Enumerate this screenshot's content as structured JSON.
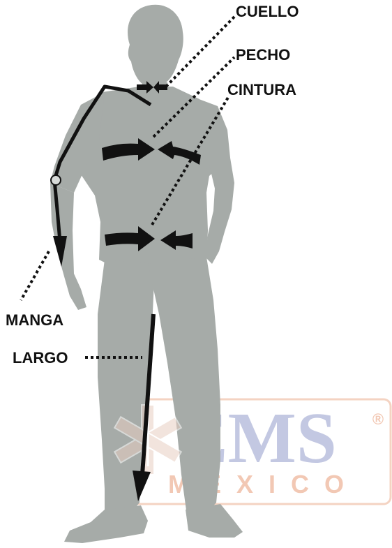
{
  "labels": {
    "cuello": "CUELLO",
    "pecho": "PECHO",
    "cintura": "CINTURA",
    "manga": "MANGA",
    "largo": "LARGO"
  },
  "watermark": {
    "brand": "EMS",
    "registered": "®",
    "country": "MEXICO"
  },
  "colors": {
    "silhouette": "#a6aba8",
    "arrows": "#111111",
    "watermark_blue": "#c3c8e2",
    "watermark_orange": "#f2c8b4",
    "star_of_life": "#e9cfc3"
  }
}
